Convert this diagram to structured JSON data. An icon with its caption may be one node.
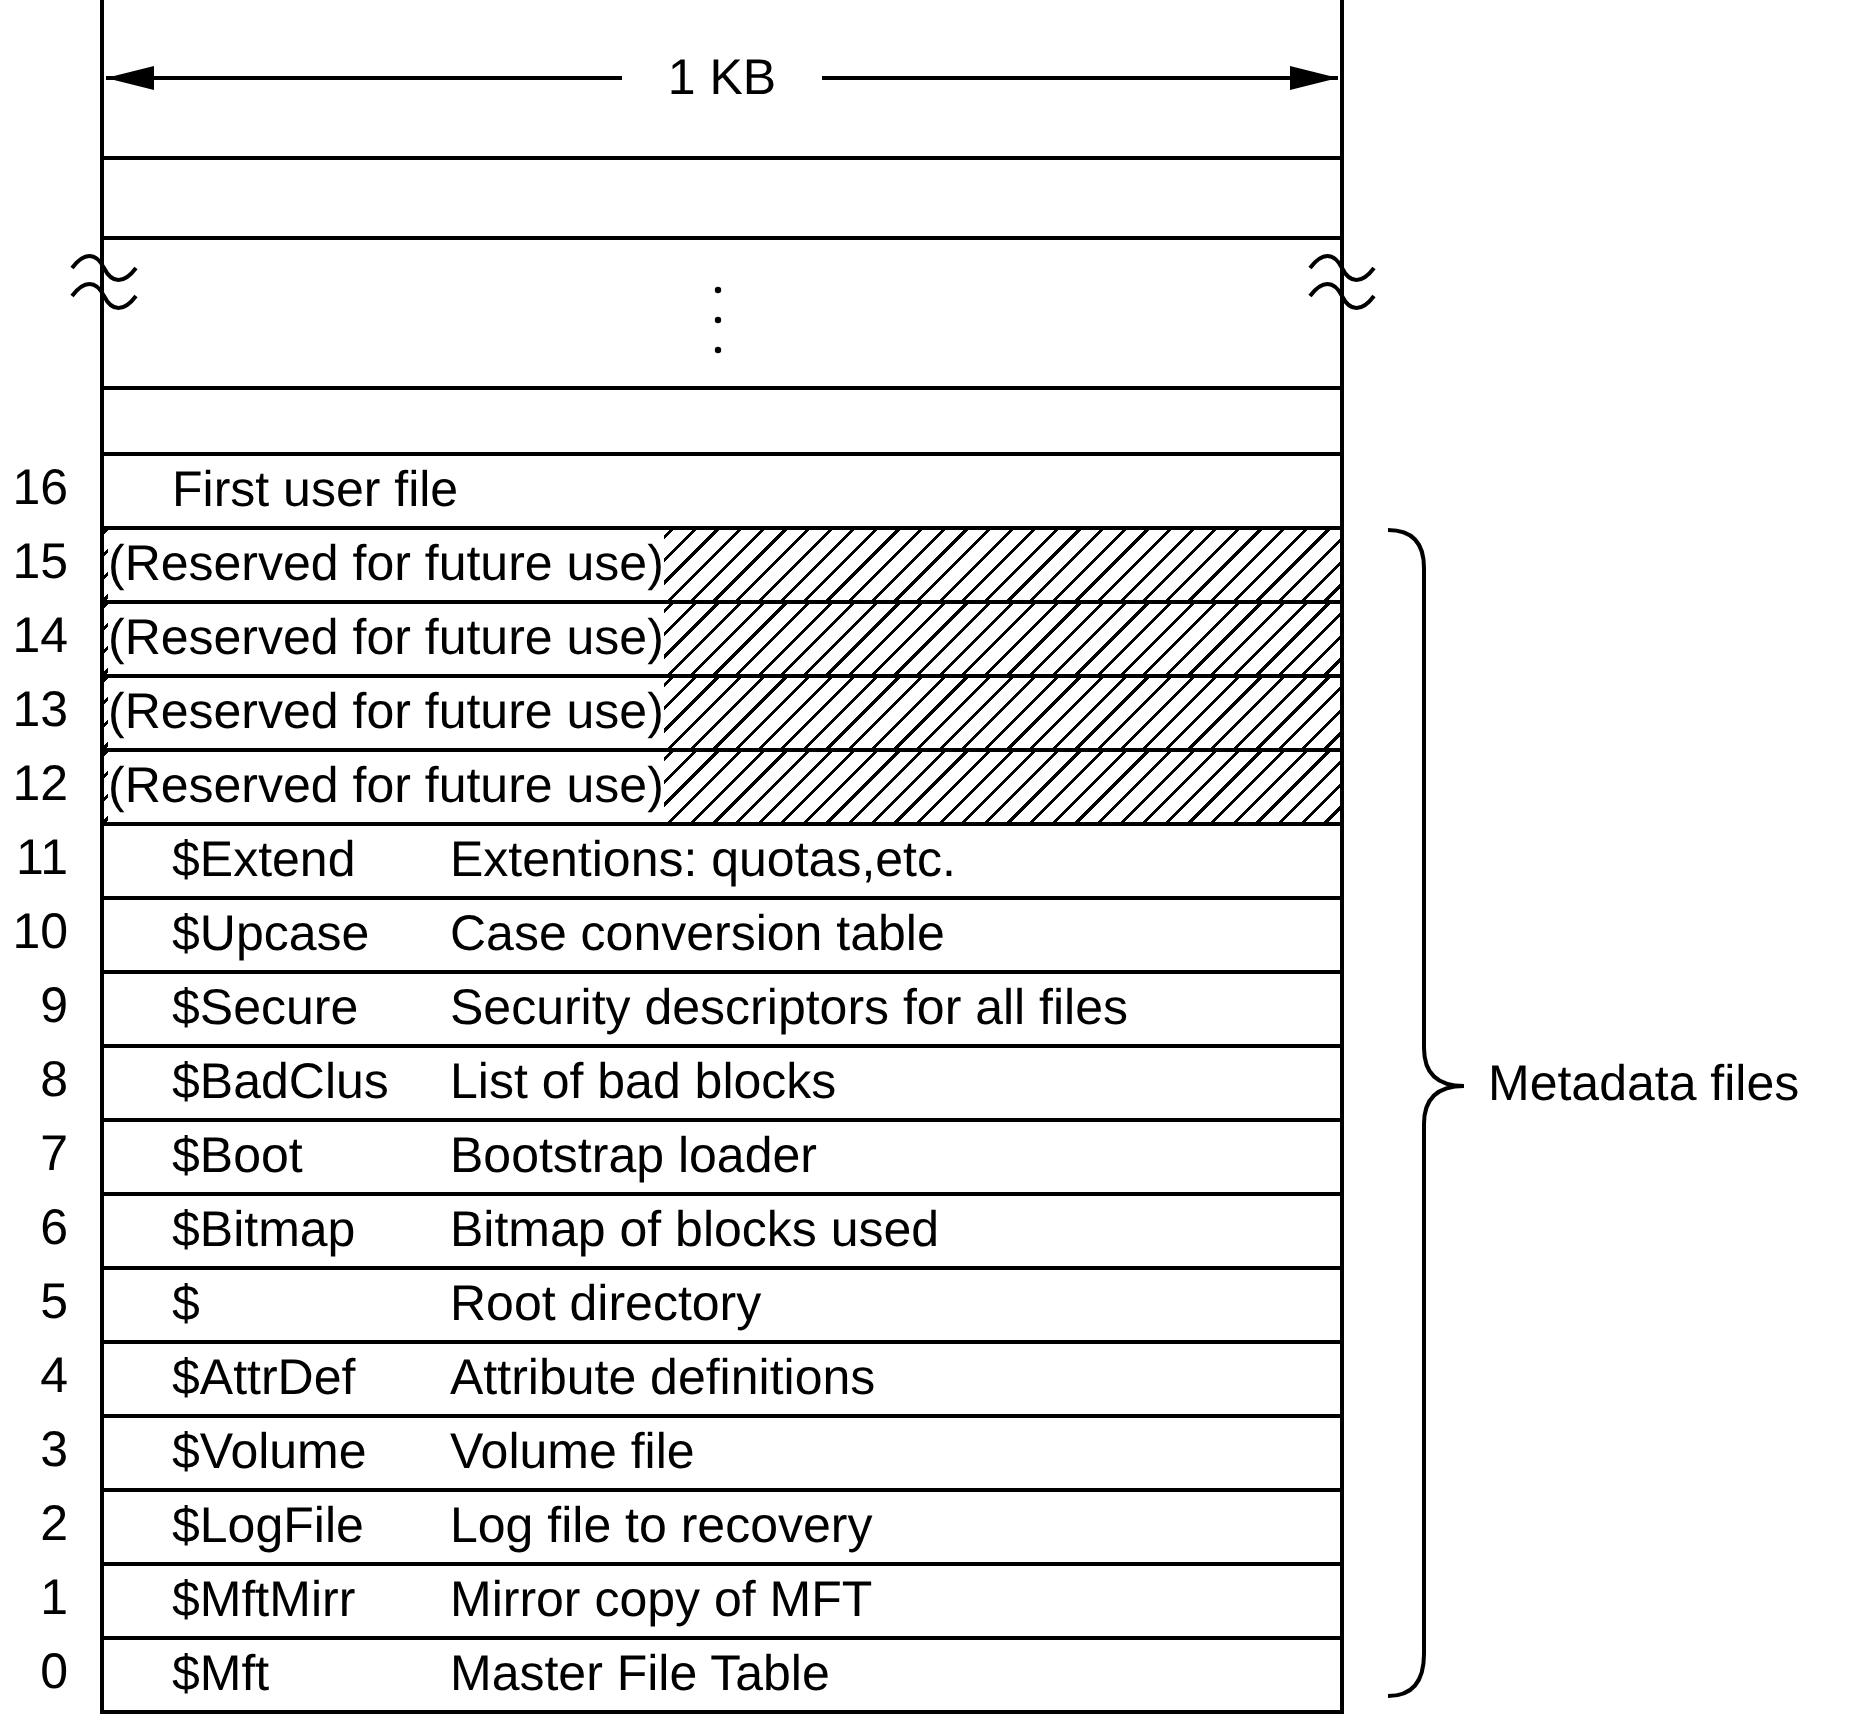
{
  "diagram": {
    "nodes": [
      {
        "text": [],
        "shape": "box"
      },
      {
        "text": [],
        "shape": "box"
      },
      {
        "text": [],
        "shape": "box"
      },
      {
        "text": [
          "First user file"
        ],
        "beside": [
          "16"
        ]
      },
      {
        "text": [
          "(Reserved for future use)"
        ],
        "beside": [
          "15"
        ]
      },
      {
        "text": [
          "(Reserved for future use)"
        ],
        "beside": [
          "14"
        ]
      },
      {
        "text": [
          "(Reserved for future use)"
        ],
        "beside": [
          "13"
        ]
      },
      {
        "text": [
          "(Reserved for future use)"
        ],
        "beside": [
          "12"
        ]
      },
      {
        "text": [
          "$Extend",
          "Extentions: quotas,etc."
        ],
        "beside": [
          "11"
        ]
      },
      {
        "text": [
          "$Upcase",
          "Case conversion table"
        ],
        "beside": [
          "10"
        ]
      },
      {
        "text": [
          "$Secure",
          "Security descriptors for all files"
        ],
        "beside": [
          "9"
        ]
      },
      {
        "text": [
          "$BadClus",
          "List of bad blocks"
        ],
        "beside": [
          "8"
        ]
      },
      {
        "text": [
          "$Boot",
          "Bootstrap loader"
        ],
        "beside": [
          "7"
        ]
      },
      {
        "text": [
          "$Bitmap",
          "Bitmap of blocks used"
        ],
        "beside": [
          "6"
        ]
      },
      {
        "text": [
          "$",
          "Root directory"
        ],
        "beside": [
          "5"
        ]
      },
      {
        "text": [
          "$AttrDef",
          "Attribute definitions"
        ],
        "beside": [
          "4"
        ]
      },
      {
        "text": [
          "$Volume",
          "Volume file"
        ],
        "beside": [
          "3"
        ]
      },
      {
        "text": [
          "$LogFile",
          "Log file to recovery"
        ],
        "beside": [
          "2"
        ]
      },
      {
        "text": [
          "$MftMirr",
          "Mirror copy of MFT"
        ],
        "beside": [
          "1"
        ]
      },
      {
        "text": [
          "$Mft",
          "Master File Table"
        ],
        "beside": [
          "0"
        ]
      }
    ],
    "labels": [
      "1 KB",
      "Metadata files"
    ]
  }
}
